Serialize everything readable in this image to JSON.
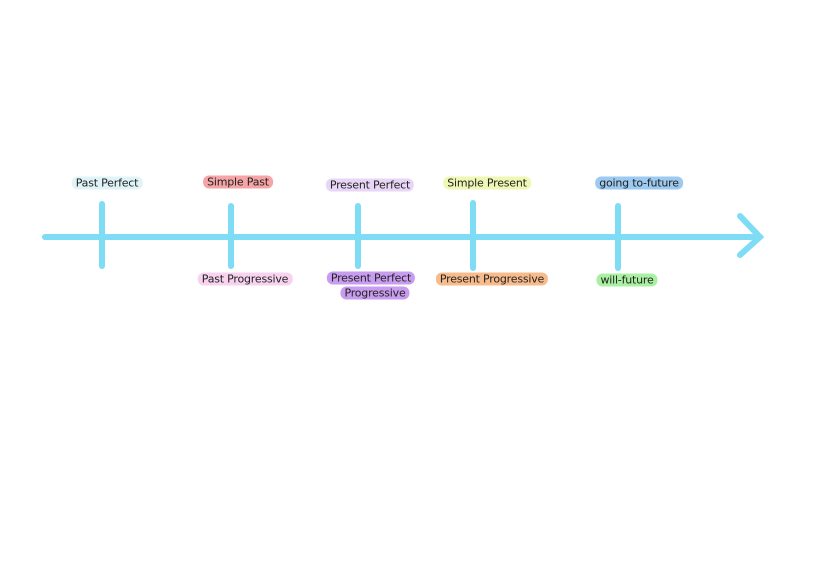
{
  "timeline": {
    "line_color": "#7fdcf5",
    "labels": [
      {
        "text": "Past Perfect",
        "color": "#e0f4f8"
      },
      {
        "text": "Simple Past",
        "color": "#f5a5a5"
      },
      {
        "text": "Present Perfect",
        "color": "#e8d6f6"
      },
      {
        "text": "Simple Present",
        "color": "#eef8b4"
      },
      {
        "text": "going to-future",
        "color": "#9ccaf0"
      },
      {
        "text": "Past Progressive",
        "color": "#f7d3f0"
      },
      {
        "text": "Present Perfect",
        "color": "#c89df0"
      },
      {
        "text": "Progressive",
        "color": "#c89df0"
      },
      {
        "text": "Present Progressive",
        "color": "#f8bb8c"
      },
      {
        "text": "will-future",
        "color": "#aaf0a2"
      }
    ]
  }
}
